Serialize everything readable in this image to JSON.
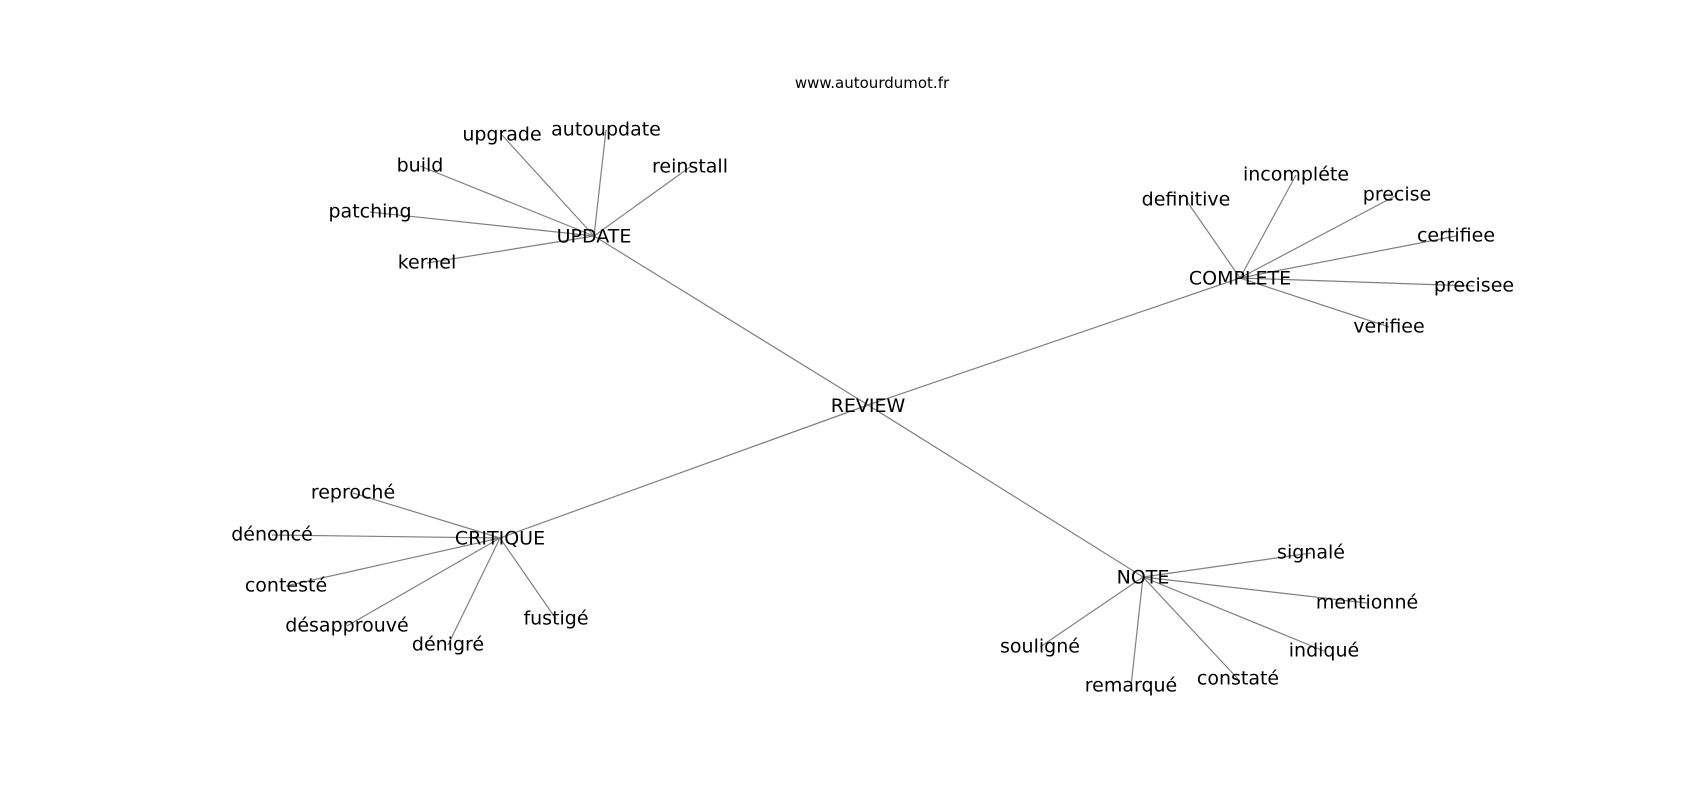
{
  "site": "www.autourdumot.fr",
  "root": "REVIEW",
  "clusters": [
    {
      "key": "update",
      "label": "UPDATE",
      "words": [
        "upgrade",
        "autoupdate",
        "reinstall",
        "build",
        "patching",
        "kernel"
      ]
    },
    {
      "key": "complete",
      "label": "COMPLETE",
      "words": [
        "definitive",
        "incompléte",
        "precise",
        "certifiee",
        "precisee",
        "verifiee"
      ]
    },
    {
      "key": "critique",
      "label": "CRITIQUE",
      "words": [
        "reproché",
        "dénoncé",
        "contesté",
        "désapprouvé",
        "dénigré",
        "fustigé"
      ]
    },
    {
      "key": "note",
      "label": "NOTE",
      "words": [
        "signalé",
        "mentionné",
        "indiqué",
        "constaté",
        "remarqué",
        "souligné"
      ]
    }
  ]
}
